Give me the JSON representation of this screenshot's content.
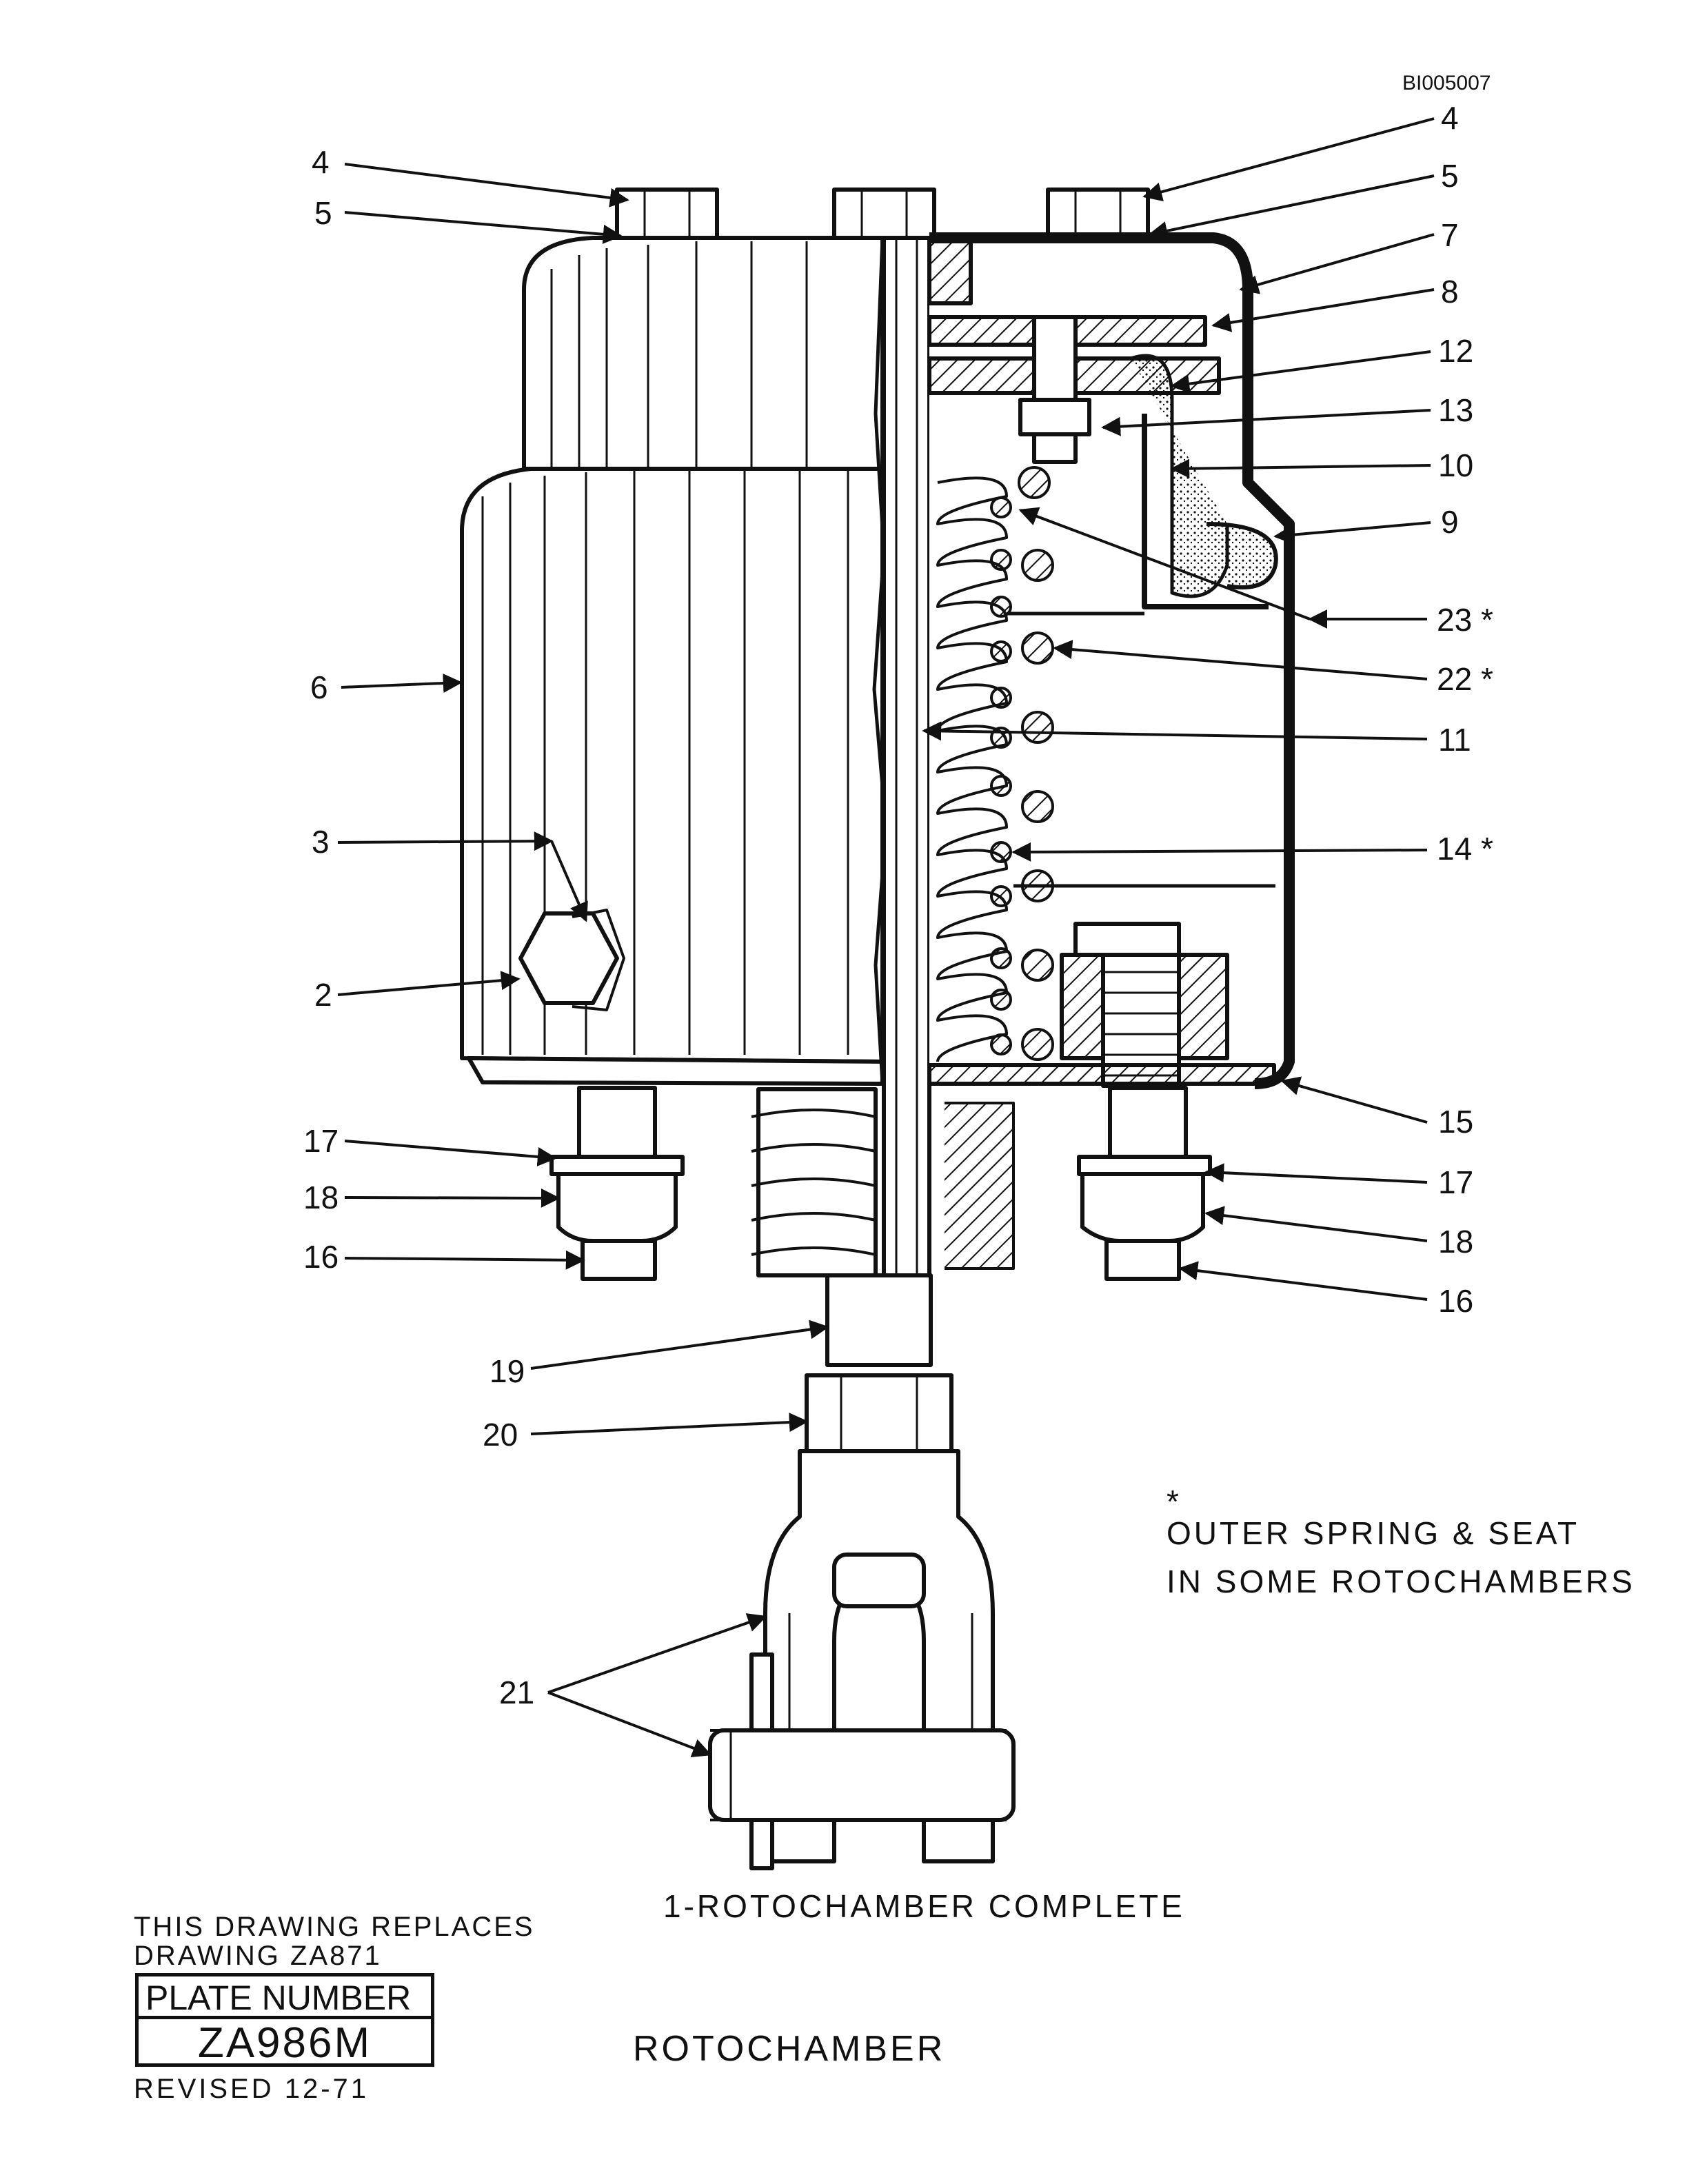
{
  "document_id": "BI005007",
  "callouts": [
    {
      "id": "c4l",
      "text": "4"
    },
    {
      "id": "c5l",
      "text": "5"
    },
    {
      "id": "c6",
      "text": "6"
    },
    {
      "id": "c3",
      "text": "3"
    },
    {
      "id": "c2",
      "text": "2"
    },
    {
      "id": "c17l",
      "text": "17"
    },
    {
      "id": "c18l",
      "text": "18"
    },
    {
      "id": "c16l",
      "text": "16"
    },
    {
      "id": "c19",
      "text": "19"
    },
    {
      "id": "c20",
      "text": "20"
    },
    {
      "id": "c21",
      "text": "21"
    },
    {
      "id": "c4r",
      "text": "4"
    },
    {
      "id": "c5r",
      "text": "5"
    },
    {
      "id": "c7",
      "text": "7"
    },
    {
      "id": "c8",
      "text": "8"
    },
    {
      "id": "c12",
      "text": "12"
    },
    {
      "id": "c13",
      "text": "13"
    },
    {
      "id": "c10",
      "text": "10"
    },
    {
      "id": "c9",
      "text": "9"
    },
    {
      "id": "c23",
      "text": "23 *"
    },
    {
      "id": "c22",
      "text": "22 *"
    },
    {
      "id": "c11",
      "text": "11"
    },
    {
      "id": "c14",
      "text": "14 *"
    },
    {
      "id": "c15",
      "text": "15"
    },
    {
      "id": "c17r",
      "text": "17"
    },
    {
      "id": "c18r",
      "text": "18"
    },
    {
      "id": "c16r",
      "text": "16"
    }
  ],
  "note": {
    "asterisk": "*",
    "line1": "OUTER SPRING & SEAT",
    "line2": "IN SOME ROTOCHAMBERS"
  },
  "caption": "1-ROTOCHAMBER COMPLETE",
  "title_block": {
    "replaces_line1": "THIS DRAWING REPLACES",
    "replaces_line2": "DRAWING ZA871",
    "plate_label": "PLATE NUMBER",
    "plate_number": "ZA986M",
    "revised": "REVISED 12-71",
    "drawing_title": "ROTOCHAMBER"
  }
}
